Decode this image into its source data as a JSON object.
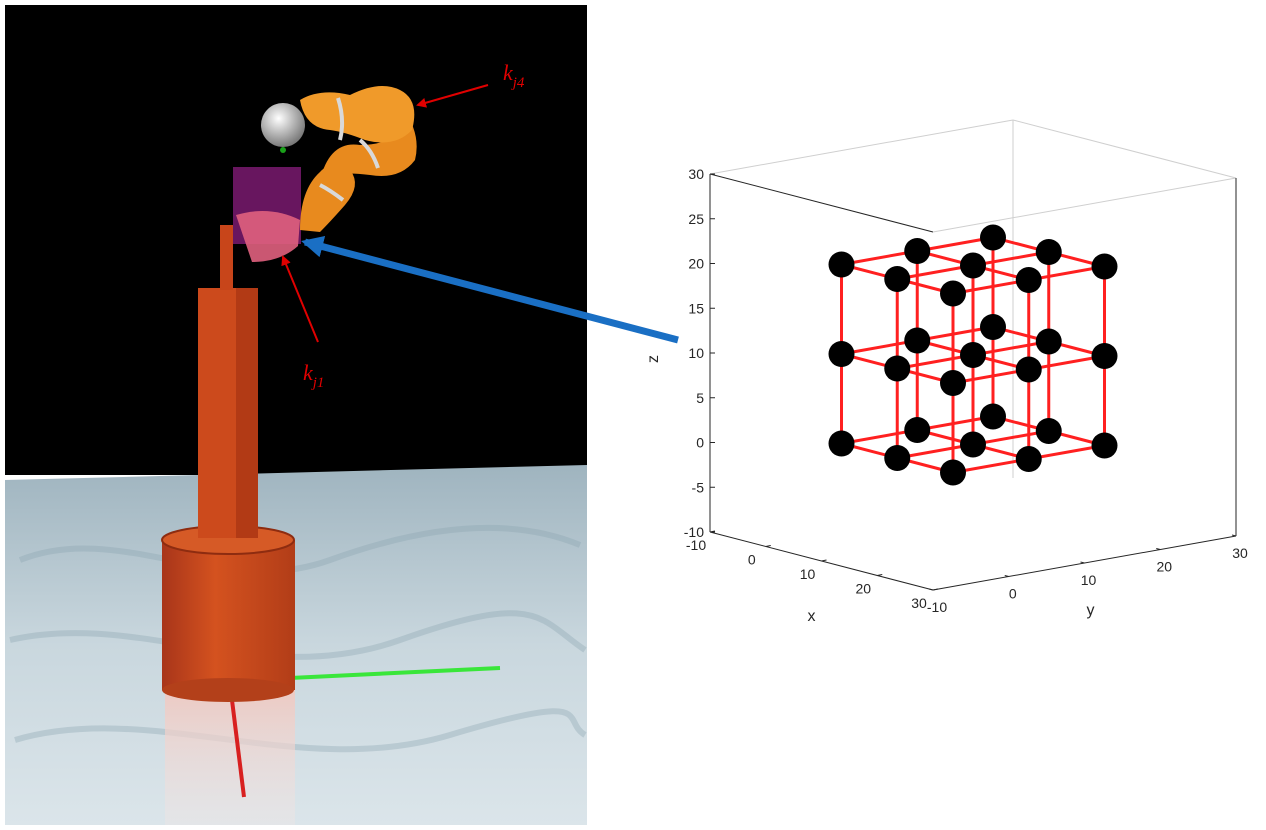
{
  "annotations": {
    "kj4": {
      "base": "k",
      "sub": "j4"
    },
    "kj1": {
      "base": "k",
      "sub": "j1"
    }
  },
  "colors": {
    "annotation_arrow": "#e00000",
    "link_arrow": "#1a6fc4",
    "lattice_edge": "#ff2020",
    "lattice_node": "#000000",
    "robot_base": "#c8451a",
    "robot_arm": "#e88a1e",
    "workspace_box": "#7a1a70"
  },
  "chart_data": {
    "type": "scatter",
    "projection": "3d",
    "title": "",
    "xlabel": "x",
    "ylabel": "y",
    "zlabel": "z",
    "xlim": [
      -10,
      30
    ],
    "ylim": [
      -10,
      30
    ],
    "zlim": [
      -10,
      30
    ],
    "x_ticks": [
      "-10",
      "0",
      "10",
      "20",
      "30"
    ],
    "y_ticks": [
      "-10",
      "0",
      "10",
      "20",
      "30"
    ],
    "z_ticks": [
      "-10",
      "-5",
      "0",
      "5",
      "10",
      "15",
      "20",
      "25",
      "30"
    ],
    "grid": false,
    "lattice": {
      "x": [
        0,
        10,
        20
      ],
      "y": [
        0,
        10,
        20
      ],
      "z": [
        0,
        10,
        20
      ],
      "edges": "nearest-neighbour grid lines connecting nodes along x, y and z"
    }
  }
}
